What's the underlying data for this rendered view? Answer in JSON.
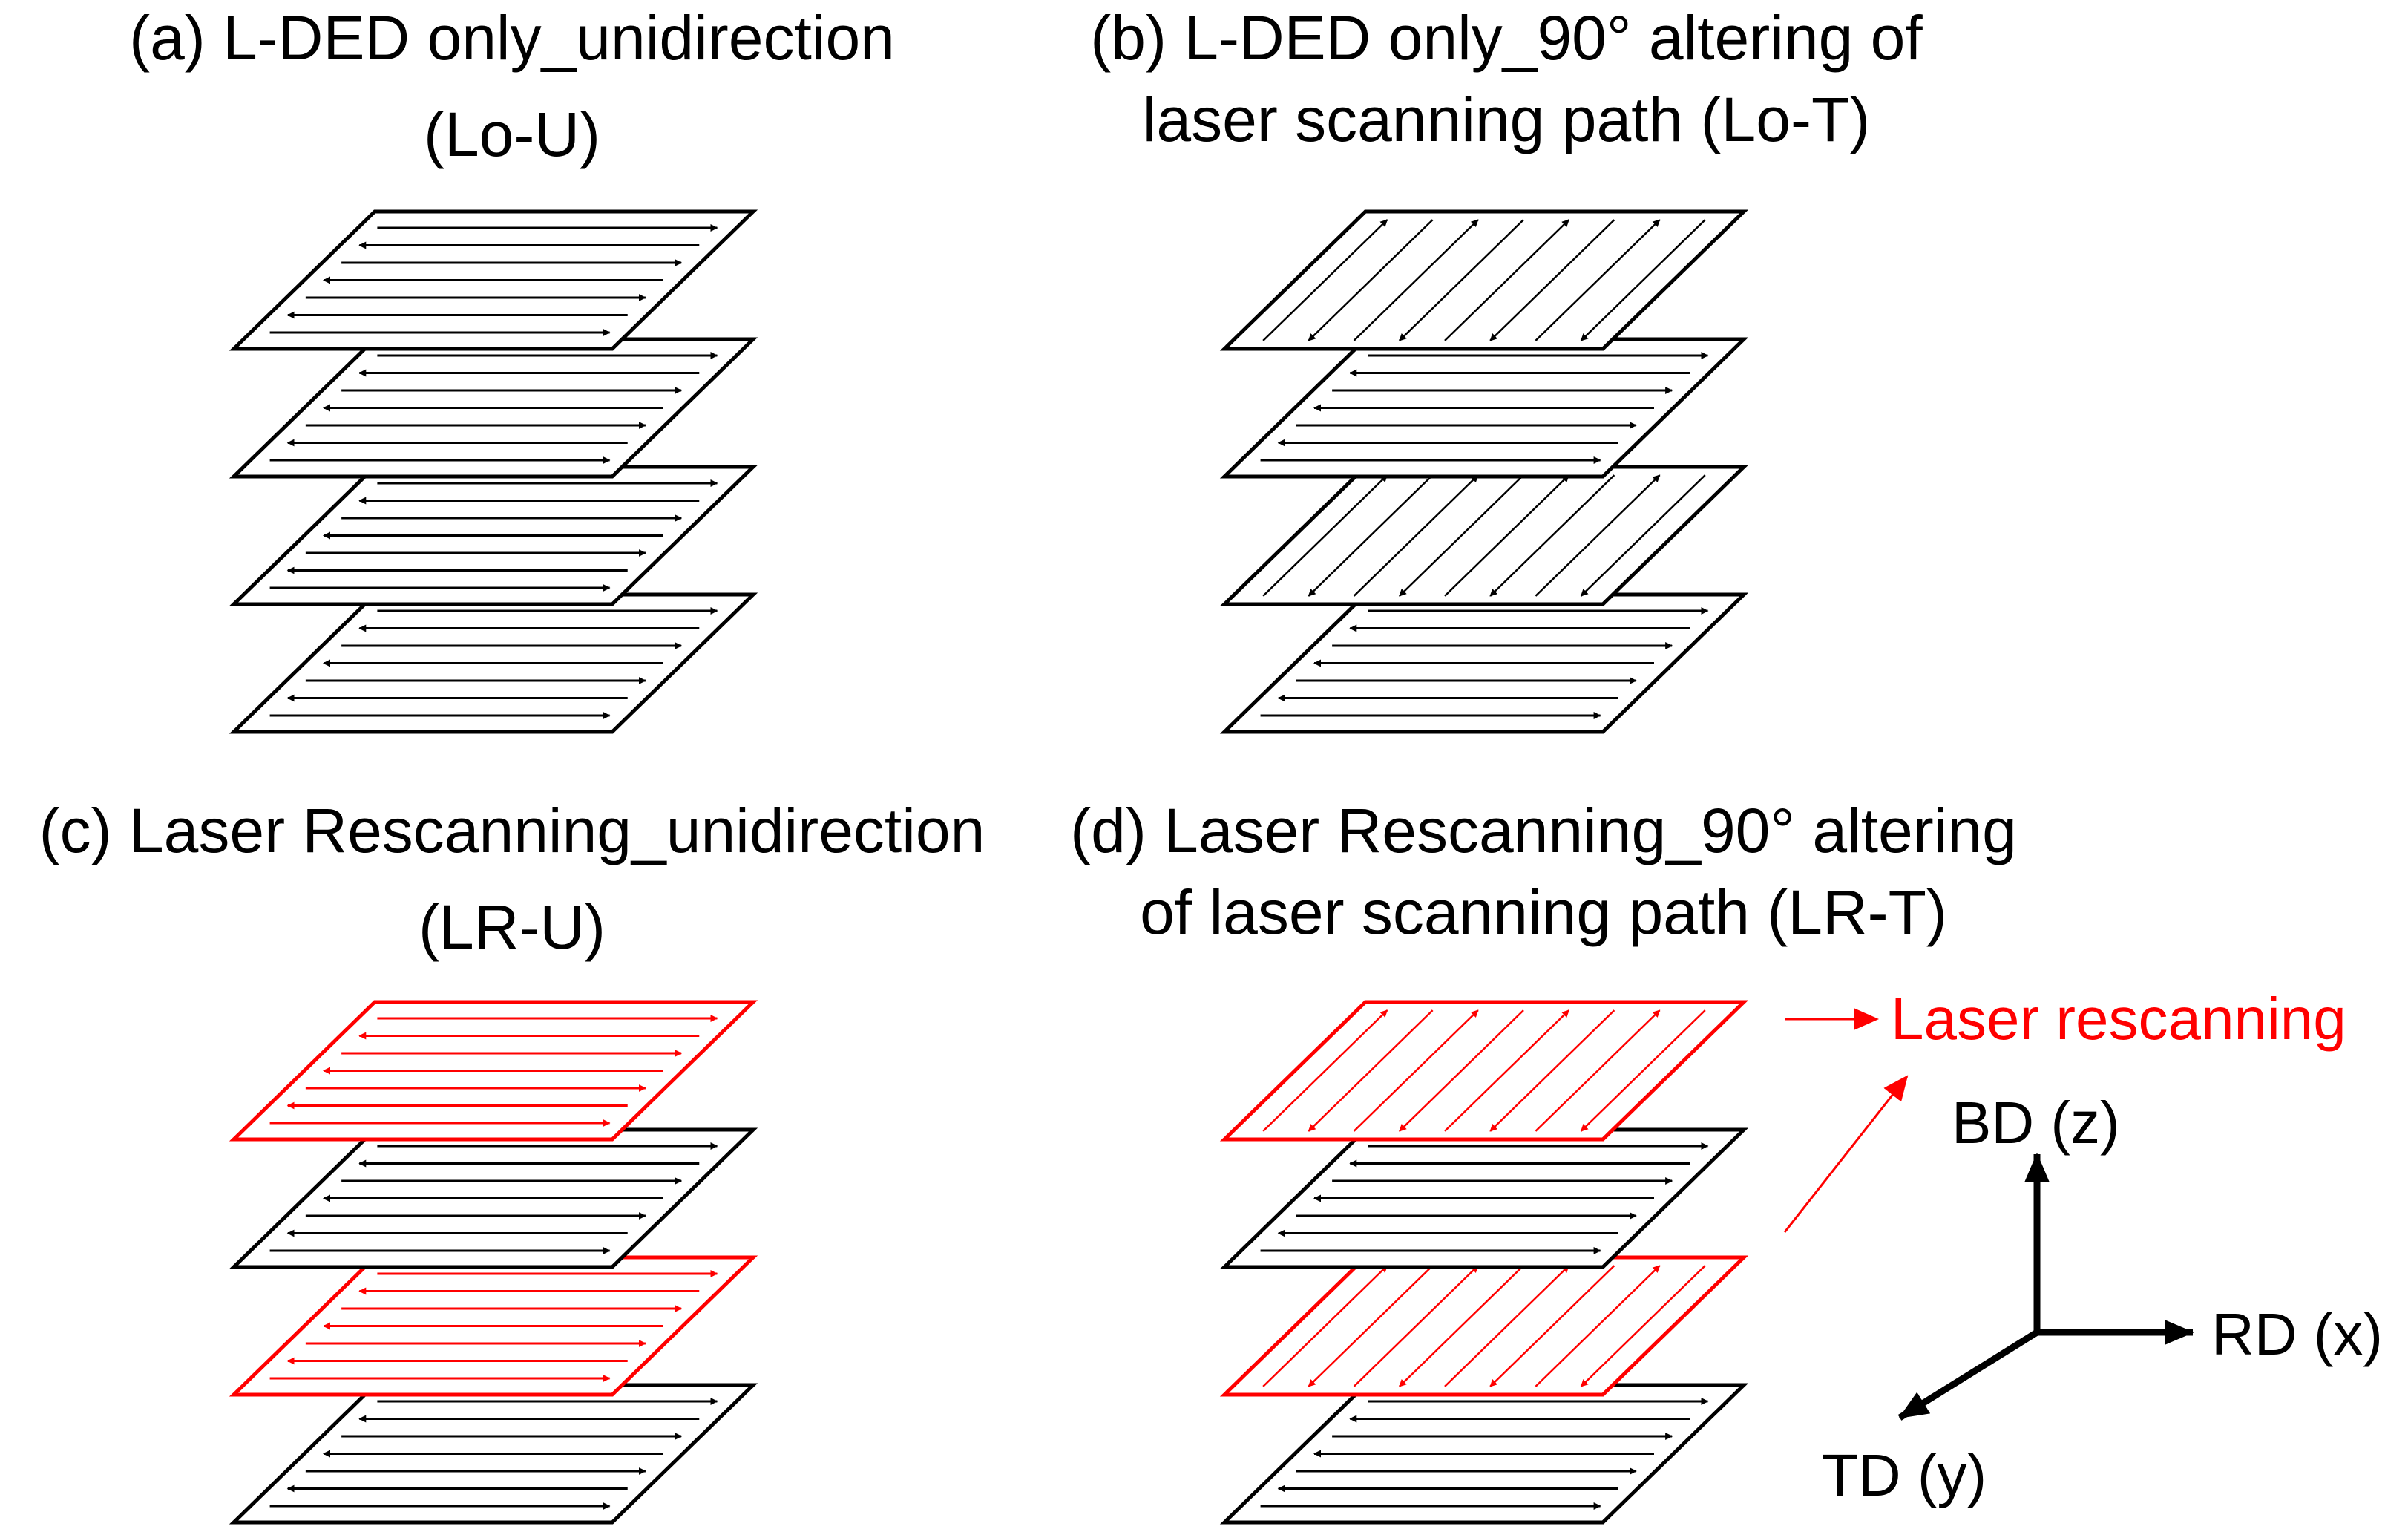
{
  "panels": [
    {
      "id": "a",
      "title_line1": "(a) L-DED only_unidirection",
      "title_line2": "(Lo-U)",
      "layers": [
        {
          "pattern": "horizontal",
          "color": "black"
        },
        {
          "pattern": "horizontal",
          "color": "black"
        },
        {
          "pattern": "horizontal",
          "color": "black"
        },
        {
          "pattern": "horizontal",
          "color": "black"
        }
      ]
    },
    {
      "id": "b",
      "title_line1": "(b) L-DED only_90° altering of",
      "title_line2": "laser scanning path (Lo-T)",
      "layers": [
        {
          "pattern": "diagonal",
          "color": "black"
        },
        {
          "pattern": "horizontal",
          "color": "black"
        },
        {
          "pattern": "diagonal",
          "color": "black"
        },
        {
          "pattern": "horizontal",
          "color": "black"
        }
      ]
    },
    {
      "id": "c",
      "title_line1": "(c) Laser Rescanning_unidirection",
      "title_line2": "(LR-U)",
      "layers": [
        {
          "pattern": "horizontal",
          "color": "red"
        },
        {
          "pattern": "horizontal",
          "color": "black"
        },
        {
          "pattern": "horizontal",
          "color": "red"
        },
        {
          "pattern": "horizontal",
          "color": "black"
        }
      ]
    },
    {
      "id": "d",
      "title_line1": "(d) Laser Rescanning_90° altering",
      "title_line2": "of laser scanning path (LR-T)",
      "layers": [
        {
          "pattern": "diagonal",
          "color": "red"
        },
        {
          "pattern": "horizontal",
          "color": "black"
        },
        {
          "pattern": "diagonal",
          "color": "red"
        },
        {
          "pattern": "horizontal",
          "color": "black"
        }
      ]
    }
  ],
  "rescan_label": "Laser rescanning",
  "axes": {
    "z_label": "BD (z)",
    "x_label": "RD (x)",
    "y_label": "TD (y)"
  },
  "colors": {
    "black": "#000000",
    "red": "#ff0000",
    "background": "#ffffff"
  }
}
